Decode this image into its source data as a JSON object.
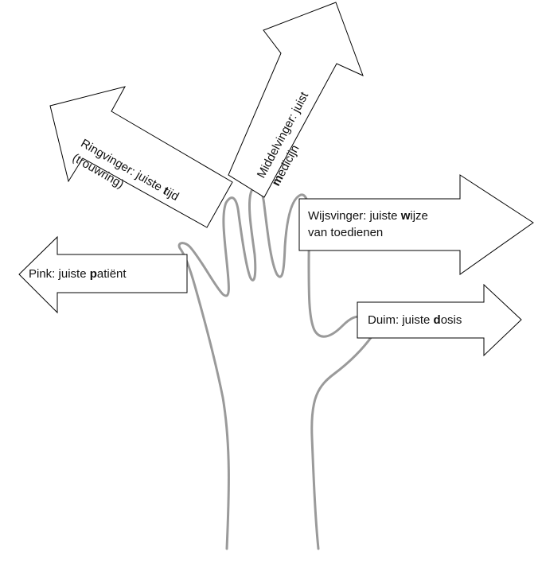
{
  "title": "Vijf juiste: hand",
  "colors": {
    "hand": "#9a9a9a",
    "arrow_stroke": "#000000",
    "arrow_fill": "#ffffff"
  },
  "arrows": {
    "pink": {
      "pre": "Pink: juiste ",
      "bold": "p",
      "post": "atiënt"
    },
    "ringvinger": {
      "pre": "Ringvinger: juiste ",
      "bold": "t",
      "post": "ijd",
      "line2": "(trouwring)"
    },
    "middelvinger": {
      "line1": "Middelvinger: juist",
      "bold": "m",
      "post": "edicijn"
    },
    "wijsvinger": {
      "pre": "Wijsvinger: juiste ",
      "bold": "w",
      "post": "ijze",
      "line2": "van toedienen"
    },
    "duim": {
      "pre": "Duim: juiste ",
      "bold": "d",
      "post": "osis"
    }
  }
}
